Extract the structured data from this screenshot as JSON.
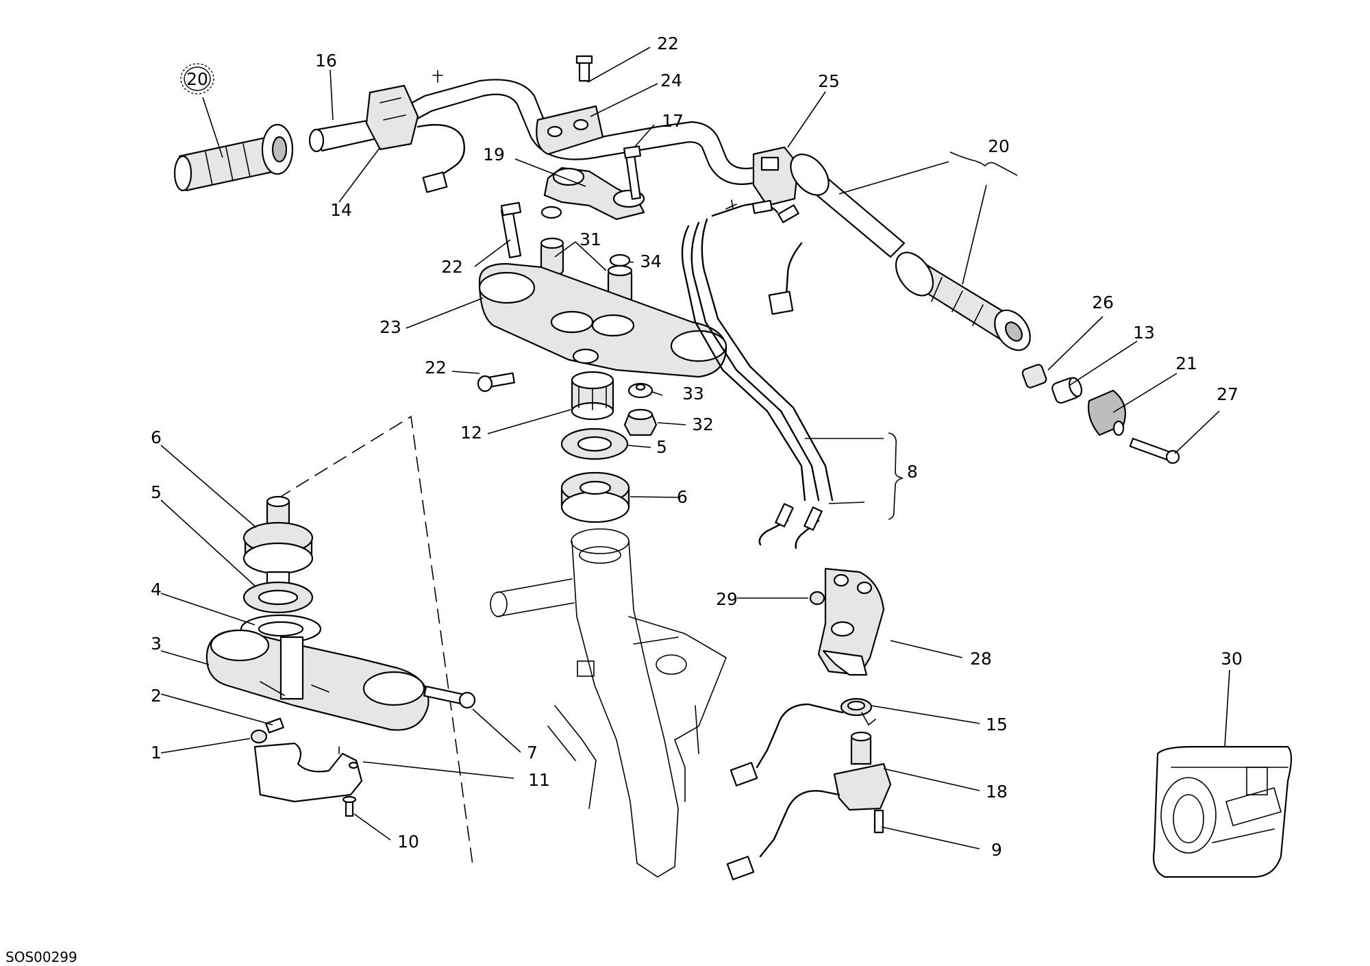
{
  "drawing_code": "SOS00299",
  "callouts": {
    "c1": "1",
    "c2": "2",
    "c3": "3",
    "c4": "4",
    "c5a": "5",
    "c5b": "5",
    "c6a": "6",
    "c6b": "6",
    "c7": "7",
    "c8": "8",
    "c9": "9",
    "c10": "10",
    "c11": "11",
    "c12": "12",
    "c13": "13",
    "c14": "14",
    "c15": "15",
    "c16": "16",
    "c17": "17",
    "c18": "18",
    "c19": "19",
    "c20a": "20",
    "c20b": "20",
    "c21": "21",
    "c22a": "22",
    "c22b": "22",
    "c22c": "22",
    "c23": "23",
    "c24": "24",
    "c25": "25",
    "c26": "26",
    "c27": "27",
    "c28": "28",
    "c29": "29",
    "c30": "30",
    "c31": "31",
    "c32": "32",
    "c33": "33",
    "c34": "34"
  }
}
